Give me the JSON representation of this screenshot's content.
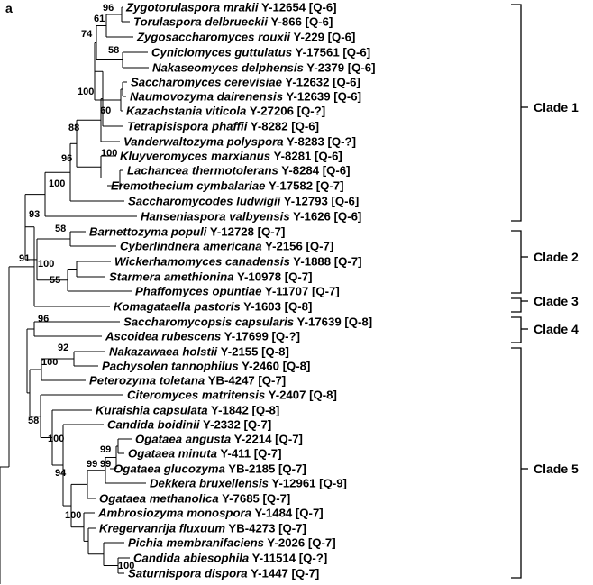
{
  "panel_label": "a",
  "taxa": [
    {
      "name": "Zygotorulaspora mrakii",
      "strain": "Y-12654 [Q-6]"
    },
    {
      "name": "Torulaspora delbrueckii",
      "strain": "Y-866 [Q-6]"
    },
    {
      "name": "Zygosaccharomyces rouxii",
      "strain": "Y-229 [Q-6]"
    },
    {
      "name": "Cyniclomyces guttulatus",
      "strain": "Y-17561 [Q-6]"
    },
    {
      "name": "Nakaseomyces delphensis",
      "strain": "Y-2379 [Q-6]"
    },
    {
      "name": "Saccharomyces cerevisiae",
      "strain": "Y-12632 [Q-6]"
    },
    {
      "name": "Naumovozyma dairenensis",
      "strain": "Y-12639 [Q-6]"
    },
    {
      "name": "Kazachstania viticola",
      "strain": "Y-27206 [Q-?]"
    },
    {
      "name": "Tetrapisispora phaffii",
      "strain": "Y-8282 [Q-6]"
    },
    {
      "name": "Vanderwaltozyma polyspora",
      "strain": "Y-8283 [Q-?]"
    },
    {
      "name": "Kluyveromyces marxianus",
      "strain": "Y-8281 [Q-6]"
    },
    {
      "name": "Lachancea thermotolerans",
      "strain": "Y-8284 [Q-6]"
    },
    {
      "name": "Eremothecium cymbalariae",
      "strain": "Y-17582 [Q-7]"
    },
    {
      "name": "Saccharomycodes ludwigii",
      "strain": "Y-12793 [Q-6]"
    },
    {
      "name": "Hanseniaspora valbyensis",
      "strain": "Y-1626 [Q-6]"
    },
    {
      "name": "Barnettozyma populi",
      "strain": "Y-12728 [Q-7]"
    },
    {
      "name": "Cyberlindnera americana",
      "strain": "Y-2156 [Q-7]"
    },
    {
      "name": "Wickerhamomyces canadensis",
      "strain": "Y-1888 [Q-7]"
    },
    {
      "name": "Starmera amethionina",
      "strain": "Y-10978 [Q-7]"
    },
    {
      "name": "Phaffomyces opuntiae",
      "strain": "Y-11707 [Q-7]"
    },
    {
      "name": "Komagataella pastoris",
      "strain": "Y-1603 [Q-8]"
    },
    {
      "name": "Saccharomycopsis capsularis",
      "strain": "Y-17639 [Q-8]"
    },
    {
      "name": "Ascoidea rubescens",
      "strain": "Y-17699 [Q-?]"
    },
    {
      "name": "Nakazawaea holstii",
      "strain": "Y-2155 [Q-8]"
    },
    {
      "name": "Pachysolen tannophilus",
      "strain": "Y-2460 [Q-8]"
    },
    {
      "name": "Peterozyma toletana",
      "strain": "YB-4247 [Q-7]"
    },
    {
      "name": "Citeromyces matritensis",
      "strain": "Y-2407 [Q-8]"
    },
    {
      "name": "Kuraishia capsulata",
      "strain": "Y-1842 [Q-8]"
    },
    {
      "name": "Candida boidinii",
      "strain": "Y-2332 [Q-7]"
    },
    {
      "name": "Ogataea  angusta",
      "strain": "Y-2214 [Q-7]"
    },
    {
      "name": "Ogataea minuta",
      "strain": "Y-411 [Q-7]"
    },
    {
      "name": "Ogataea glucozyma",
      "strain": "YB-2185 [Q-7]"
    },
    {
      "name": "Dekkera bruxellensis",
      "strain": "Y-12961 [Q-9]"
    },
    {
      "name": "Ogataea methanolica",
      "strain": "Y-7685 [Q-7]"
    },
    {
      "name": "Ambrosiozyma  monospora",
      "strain": "Y-1484 [Q-7]"
    },
    {
      "name": "Kregervanrija fluxuum",
      "strain": "YB-4273 [Q-7]"
    },
    {
      "name": "Pichia membranifaciens",
      "strain": "Y-2026 [Q-7]"
    },
    {
      "name": "Candida abiesophila",
      "strain": "Y-11514 [Q-?]"
    },
    {
      "name": "Saturnispora dispora",
      "strain": "Y-1447 [Q-7]"
    }
  ],
  "bootstrap_values": [
    {
      "value": "96"
    },
    {
      "value": "61"
    },
    {
      "value": "74"
    },
    {
      "value": "58"
    },
    {
      "value": "100"
    },
    {
      "value": "60"
    },
    {
      "value": "88"
    },
    {
      "value": "96"
    },
    {
      "value": "100"
    },
    {
      "value": "100"
    },
    {
      "value": "93"
    },
    {
      "value": "91"
    },
    {
      "value": "58"
    },
    {
      "value": "100"
    },
    {
      "value": "55"
    },
    {
      "value": "96"
    },
    {
      "value": "92"
    },
    {
      "value": "100"
    },
    {
      "value": "58"
    },
    {
      "value": "100"
    },
    {
      "value": "99"
    },
    {
      "value": "99"
    },
    {
      "value": "99"
    },
    {
      "value": "94"
    },
    {
      "value": "100"
    },
    {
      "value": "100"
    }
  ],
  "clades": [
    {
      "label": "Clade 1"
    },
    {
      "label": "Clade 2"
    },
    {
      "label": "Clade 3"
    },
    {
      "label": "Clade 4"
    },
    {
      "label": "Clade 5"
    }
  ]
}
